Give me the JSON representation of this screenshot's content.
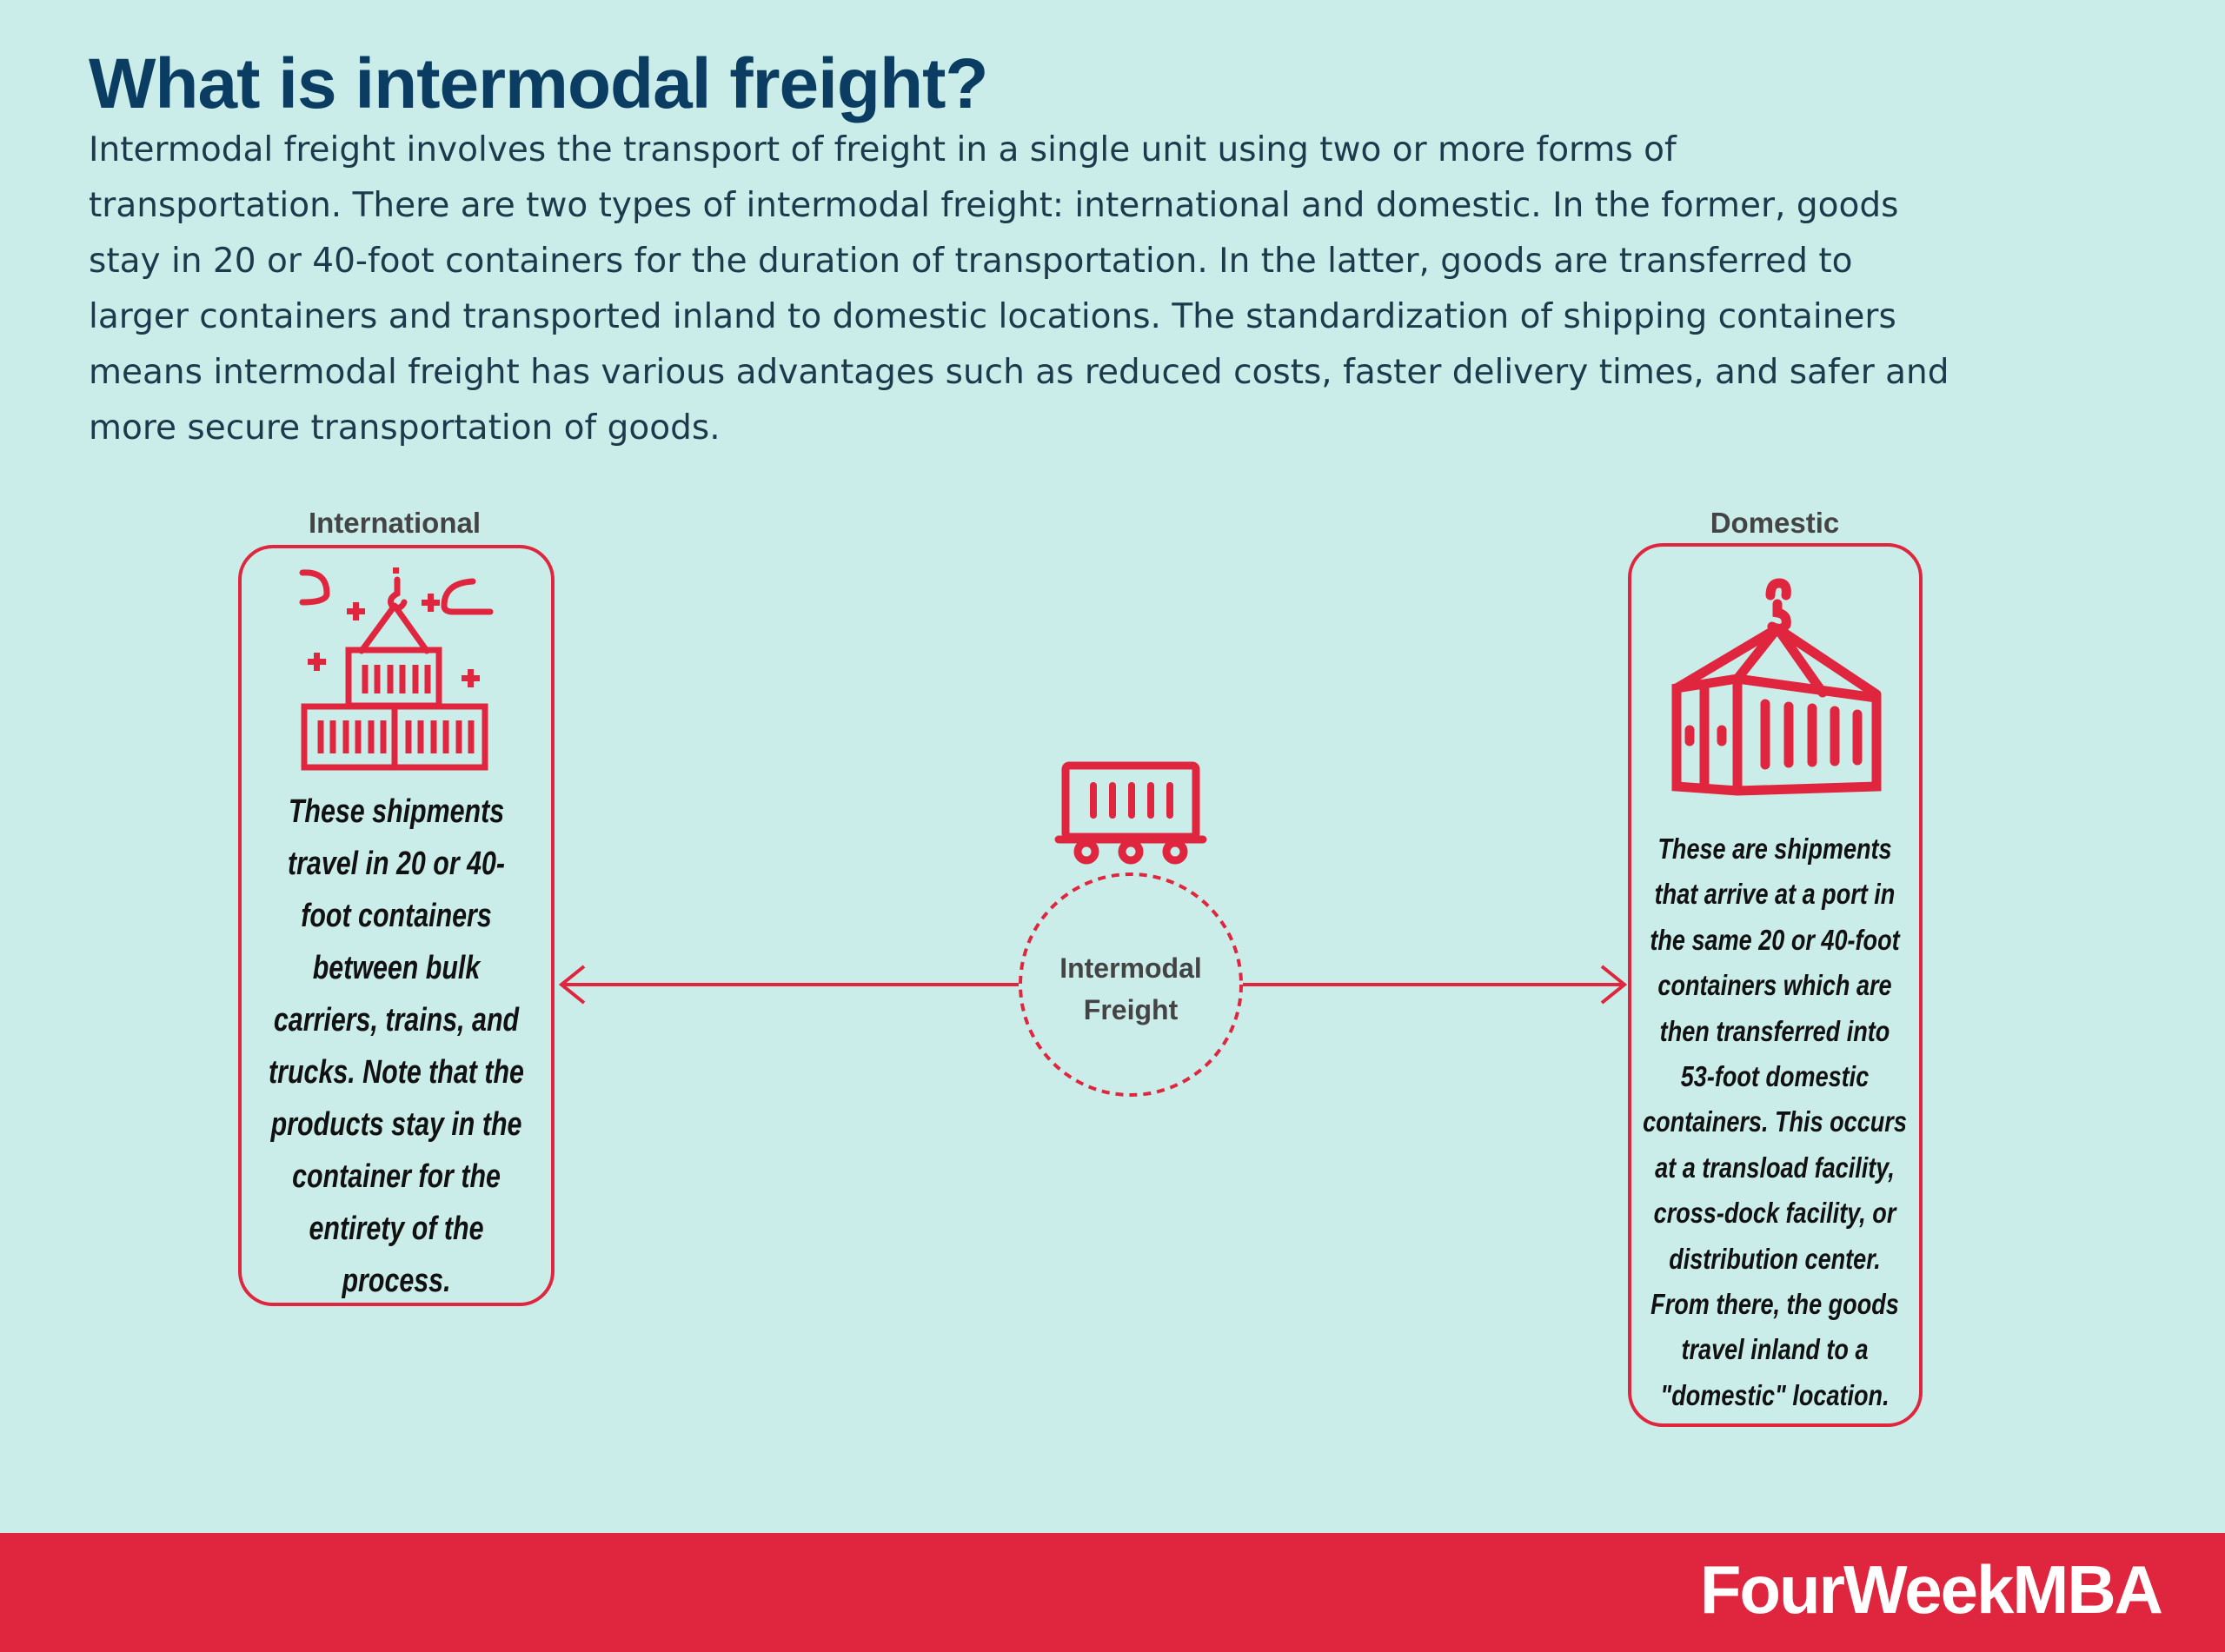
{
  "title": "What is intermodal freight?",
  "intro_lines": [
    "Intermodal freight involves the transport of freight in a single unit using two or more forms of",
    "transportation. There are two types of intermodal freight: international and domestic. In the former, goods",
    "stay in 20 or 40-foot containers for the duration of transportation. In the latter, goods are transferred to",
    "larger containers and transported inland to domestic locations. The standardization of shipping containers",
    "means intermodal freight has various advantages such as reduced costs, faster delivery times, and safer and",
    "more secure transportation of goods."
  ],
  "international": {
    "label": "International",
    "icon": "stacked-containers-crane-icon",
    "lines": [
      "These shipments",
      "travel in 20 or 40-",
      "foot containers",
      "between bulk",
      "carriers, trains, and",
      "trucks. Note that the",
      "products stay in the",
      "container for the",
      "entirety of the",
      "process."
    ]
  },
  "center": {
    "icon": "freight-railcar-icon",
    "lines": [
      "Intermodal",
      "Freight"
    ]
  },
  "domestic": {
    "label": "Domestic",
    "icon": "hanging-container-icon",
    "lines": [
      "These are shipments",
      "that arrive at a port in",
      "the same 20 or 40-foot",
      "containers which are",
      "then transferred into",
      "53-foot domestic",
      "containers. This occurs",
      "at a transload facility,",
      "cross-dock facility, or",
      "distribution center.",
      "From there, the goods",
      "travel inland to a",
      "\"domestic\" location."
    ]
  },
  "footer": {
    "brand": "FourWeekMBA"
  },
  "colors": {
    "accent": "#e0263e",
    "background": "#cbede9",
    "title": "#0b3d62"
  }
}
